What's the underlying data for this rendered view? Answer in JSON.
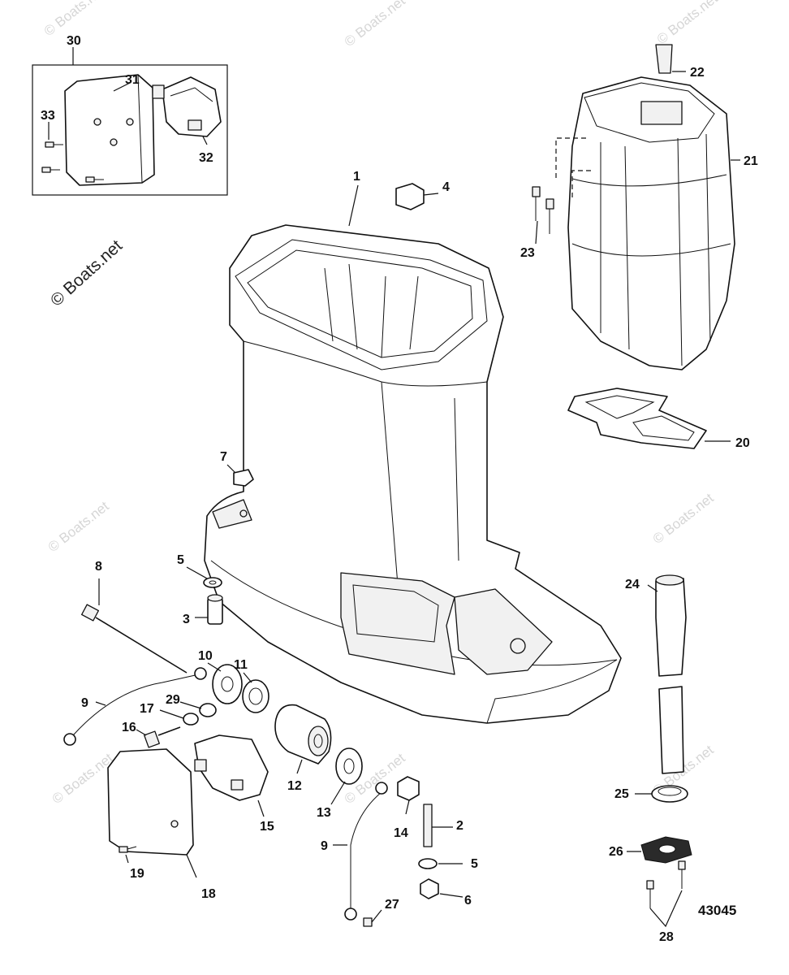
{
  "watermark_text": "© Boats.net",
  "copyright_text": "© Boats.net",
  "diagram_ref": "43045",
  "callouts": [
    "1",
    "2",
    "3",
    "4",
    "5",
    "6",
    "7",
    "8",
    "9",
    "10",
    "11",
    "12",
    "13",
    "14",
    "15",
    "16",
    "17",
    "18",
    "19",
    "20",
    "21",
    "22",
    "23",
    "24",
    "25",
    "26",
    "27",
    "28",
    "29",
    "30",
    "31",
    "32",
    "33"
  ]
}
